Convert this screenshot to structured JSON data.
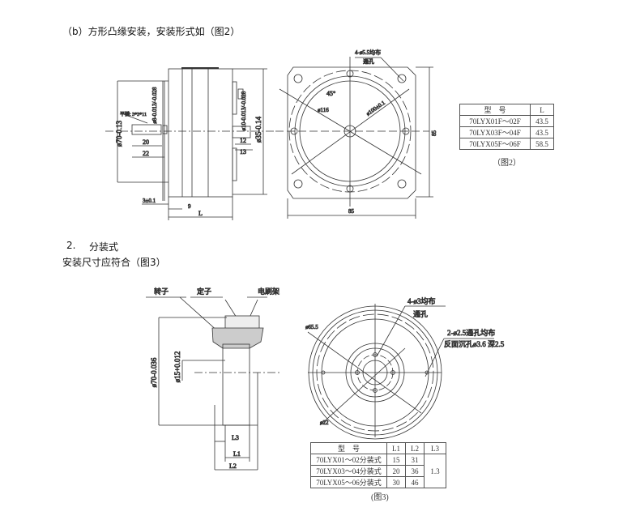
{
  "section_b": {
    "heading": "（b）方形凸缘安装，安装形式如（图2）"
  },
  "fig2": {
    "side_labels": {
      "dia70": "ø70-0.13",
      "dia35": "ø35-0.14",
      "dia8": "ø8-0.013/-0.028",
      "dia10": "ø10-0.013/-0.028",
      "key": "平键: 3*3*11",
      "d20": "20",
      "d22": "22",
      "d12": "12",
      "d13": "13",
      "d3": "3±0.1",
      "d9": "9",
      "L": "L"
    },
    "front_labels": {
      "holes": "4-ø5.5均布",
      "through": "通孔",
      "angle": "45°",
      "d116": "ø116",
      "d100": "ø100±0.1",
      "w85": "85",
      "h85": "85"
    },
    "table": {
      "headers": [
        "型　号",
        "L"
      ],
      "rows": [
        [
          "70LYX01F～02F",
          "43.5"
        ],
        [
          "70LYX03F～04F",
          "43.5"
        ],
        [
          "70LYX05F～06F",
          "58.5"
        ]
      ]
    },
    "caption": "（图2）"
  },
  "section_2": {
    "number": "2.",
    "title": "分装式",
    "subtitle": "安装尺寸应符合（图3）"
  },
  "fig3": {
    "side_labels": {
      "rotor": "转子",
      "stator": "定子",
      "brush": "电刷架",
      "dia70": "ø70-0.036",
      "dia15": "ø15+0.012",
      "L1": "L1",
      "L2": "L2",
      "L3": "L3"
    },
    "front_labels": {
      "holes": "4-ø3均布",
      "through": "通孔",
      "holes2": "2-ø2.5通孔均布",
      "counter": "反面沉孔ø3.6 深2.5",
      "d65": "ø65.5",
      "d22": "ø22"
    },
    "table": {
      "headers": [
        "型　号",
        "L1",
        "L2",
        "L3"
      ],
      "rows": [
        [
          "70LYX01～02分装式",
          "15",
          "31"
        ],
        [
          "70LYX03～04分装式",
          "20",
          "36"
        ],
        [
          "70LYX05～06分装式",
          "30",
          "46"
        ]
      ],
      "l3_value": "1.3"
    },
    "caption": "(图3)"
  }
}
